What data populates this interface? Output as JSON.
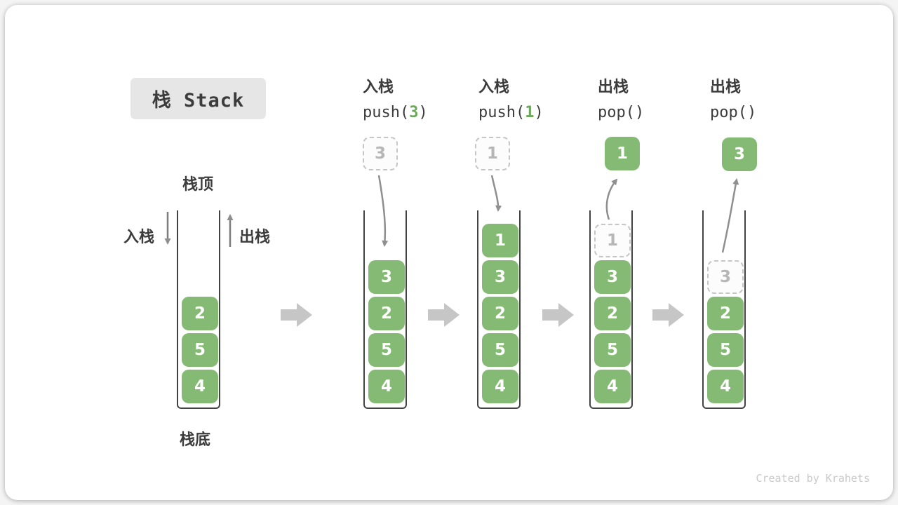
{
  "title": "栈 Stack",
  "watermark": "Created by Krahets",
  "stack_labels": {
    "top": "栈顶",
    "bottom": "栈底",
    "push_side": "入栈",
    "pop_side": "出栈"
  },
  "operations": [
    {
      "label": "入栈",
      "code_prefix": "push(",
      "code_arg": "3",
      "code_suffix": ")"
    },
    {
      "label": "入栈",
      "code_prefix": "push(",
      "code_arg": "1",
      "code_suffix": ")"
    },
    {
      "label": "出栈",
      "code_prefix": "pop(",
      "code_arg": "",
      "code_suffix": ")"
    },
    {
      "label": "出栈",
      "code_prefix": "pop(",
      "code_arg": "",
      "code_suffix": ")"
    }
  ],
  "stacks": [
    {
      "name": "initial-stack",
      "blocks": [
        {
          "value": "2",
          "type": "solid"
        },
        {
          "value": "5",
          "type": "solid"
        },
        {
          "value": "4",
          "type": "solid"
        }
      ]
    },
    {
      "name": "after-push-3",
      "floating": {
        "value": "3",
        "type": "ghost"
      },
      "blocks": [
        {
          "value": "3",
          "type": "solid"
        },
        {
          "value": "2",
          "type": "solid"
        },
        {
          "value": "5",
          "type": "solid"
        },
        {
          "value": "4",
          "type": "solid"
        }
      ]
    },
    {
      "name": "after-push-1",
      "floating": {
        "value": "1",
        "type": "ghost"
      },
      "blocks": [
        {
          "value": "1",
          "type": "solid"
        },
        {
          "value": "3",
          "type": "solid"
        },
        {
          "value": "2",
          "type": "solid"
        },
        {
          "value": "5",
          "type": "solid"
        },
        {
          "value": "4",
          "type": "solid"
        }
      ]
    },
    {
      "name": "after-pop-1",
      "floating": {
        "value": "1",
        "type": "solid"
      },
      "blocks": [
        {
          "value": "1",
          "type": "ghost"
        },
        {
          "value": "3",
          "type": "solid"
        },
        {
          "value": "2",
          "type": "solid"
        },
        {
          "value": "5",
          "type": "solid"
        },
        {
          "value": "4",
          "type": "solid"
        }
      ]
    },
    {
      "name": "after-pop-3",
      "floating": {
        "value": "3",
        "type": "solid"
      },
      "blocks": [
        {
          "value": "3",
          "type": "ghost"
        },
        {
          "value": "2",
          "type": "solid"
        },
        {
          "value": "5",
          "type": "solid"
        },
        {
          "value": "4",
          "type": "solid"
        }
      ]
    }
  ],
  "colors": {
    "block_green": "#85BA74",
    "arg_green": "#6CA85A",
    "arrow_gray": "#8f8f8f",
    "big_arrow_gray": "#c6c6c6"
  }
}
